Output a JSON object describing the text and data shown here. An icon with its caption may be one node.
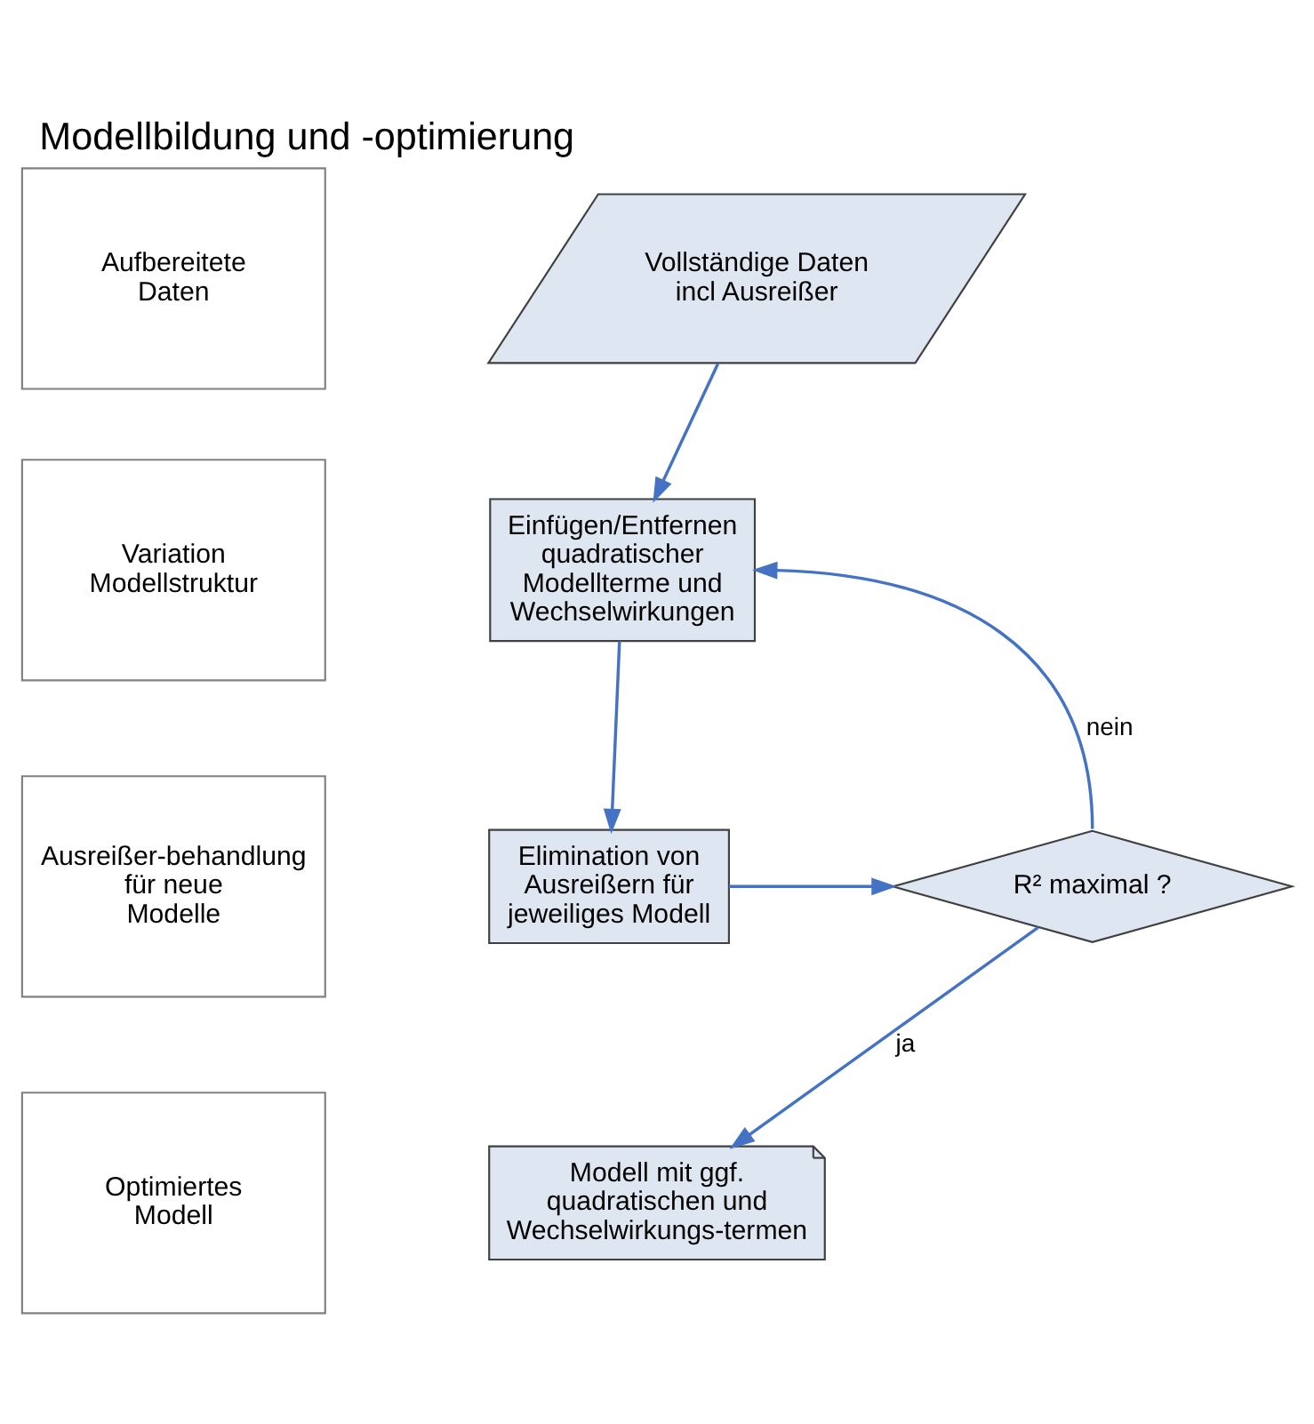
{
  "diagram": {
    "title": "Modellbildung und -optimierung",
    "nodes": [
      {
        "text": [
          "Aufbereitete Daten"
        ]
      },
      {
        "text": [
          "Variation Modellstruktur"
        ]
      },
      {
        "text": [
          "Ausreißer-behandlung für neue Modelle"
        ]
      },
      {
        "text": [
          "Optimiertes Modell"
        ]
      },
      {
        "text": [
          "Vollständige Daten incl Ausreißer"
        ]
      },
      {
        "text": [
          "Einfügen/Entfernen quadratischer Modellterme und Wechselwirkungen"
        ]
      },
      {
        "text": [
          "Elimination von Ausreißern für jeweiliges Modell"
        ]
      },
      {
        "text": [
          "R² maximal ?"
        ]
      },
      {
        "text": [
          "Modell mit ggf. quadratischen und Wechselwirkungs-termen"
        ]
      }
    ],
    "edges": [
      {
        "from": 4,
        "to": 5,
        "arrow": "to"
      },
      {
        "from": 5,
        "to": 6,
        "arrow": "to"
      },
      {
        "from": 6,
        "to": 7,
        "arrow": "to"
      },
      {
        "from": 7,
        "to": 5,
        "arrow": "to",
        "label": "nein"
      },
      {
        "from": 7,
        "to": 8,
        "arrow": "to",
        "label": "ja"
      }
    ]
  }
}
